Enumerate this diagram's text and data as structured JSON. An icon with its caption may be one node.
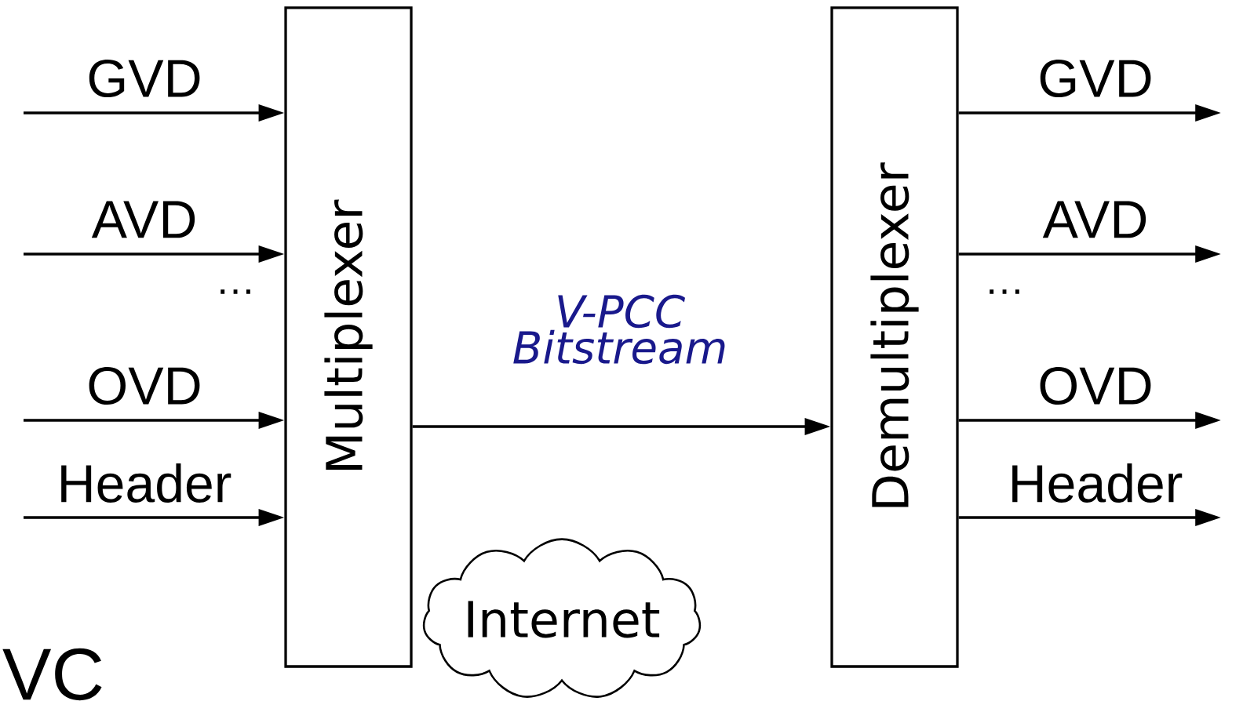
{
  "diagram": {
    "nodes": [
      {
        "text": [
          "Multiplexer"
        ]
      },
      {
        "text": [
          "Demultiplexer"
        ]
      },
      {
        "text": [
          "Internet"
        ]
      }
    ],
    "edges": [
      {
        "from": null,
        "to": 0,
        "arrow": "to",
        "label": "GVD"
      },
      {
        "from": null,
        "to": 0,
        "arrow": "to",
        "label": "AVD"
      },
      {
        "from": null,
        "to": 0,
        "arrow": "to",
        "label": "OVD"
      },
      {
        "from": null,
        "to": 0,
        "arrow": "to",
        "label": "Header"
      },
      {
        "from": 0,
        "to": 1,
        "arrow": "to",
        "label": "V-PCC Bitstream"
      },
      {
        "from": 1,
        "to": null,
        "arrow": "to",
        "label": "GVD"
      },
      {
        "from": 1,
        "to": null,
        "arrow": "to",
        "label": "AVD"
      },
      {
        "from": 1,
        "to": null,
        "arrow": "to",
        "label": "OVD"
      },
      {
        "from": 1,
        "to": null,
        "arrow": "to",
        "label": "Header"
      }
    ],
    "labels": [
      "…",
      "…",
      "VC"
    ]
  }
}
